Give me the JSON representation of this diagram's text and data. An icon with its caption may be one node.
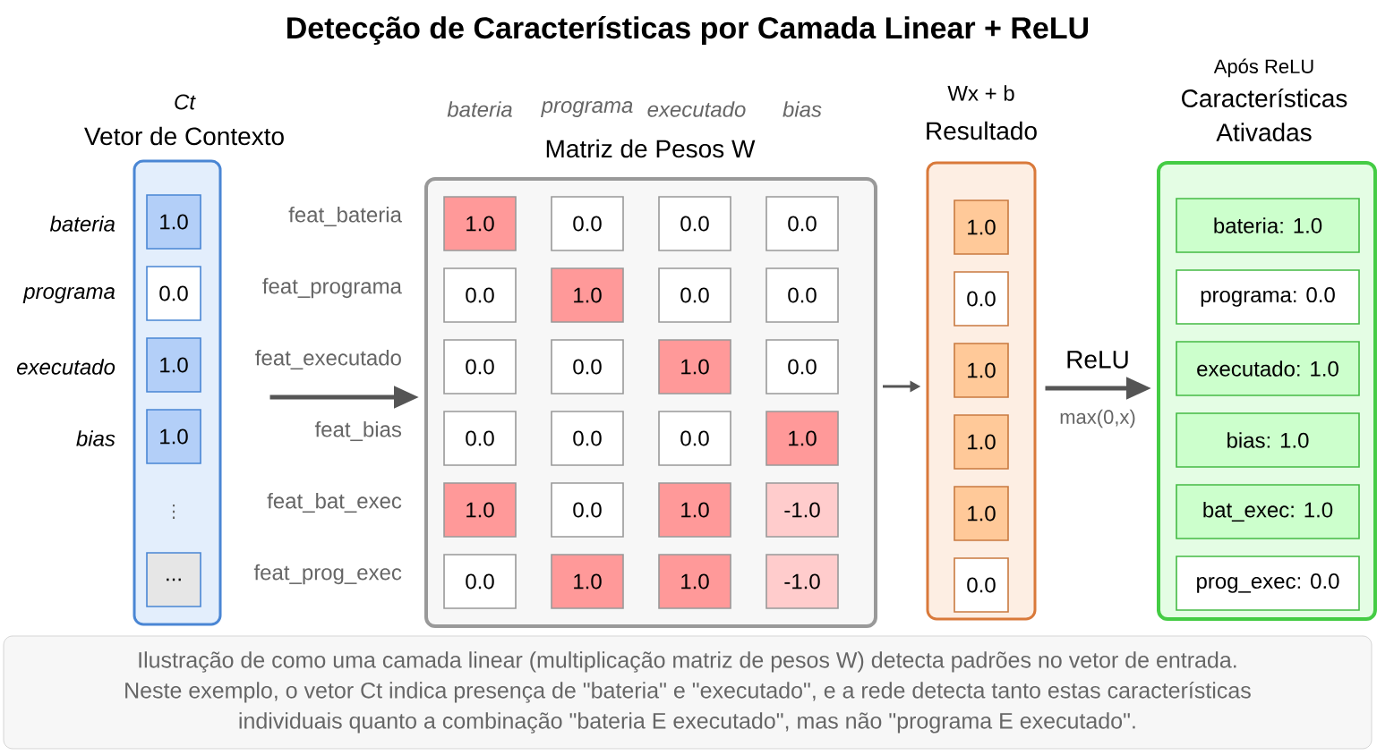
{
  "diagram": {
    "title": "Detecção de Características por Camada Linear + ReLU",
    "caption": "Ilustração de como uma camada linear (multiplicação matriz de pesos W) detecta padrões no vetor de entrada. Neste exemplo, o vetor Ct indica presença de \"bateria\" e \"executado\", e a rede detecta tanto estas características individuais quanto a combinação \"bateria E executado\", mas não \"programa E executado\".",
    "nodes": [
      {
        "text": [
          "Ct",
          "Vetor de Contexto"
        ]
      },
      {
        "text": [
          "1.0"
        ],
        "in": 0,
        "beside": [
          "bateria"
        ]
      },
      {
        "text": [
          "0.0"
        ],
        "in": 0,
        "beside": [
          "programa"
        ]
      },
      {
        "text": [
          "1.0"
        ],
        "in": 0,
        "beside": [
          "executado"
        ]
      },
      {
        "text": [
          "1.0"
        ],
        "in": 0,
        "beside": [
          "bias"
        ]
      },
      {
        "text": [
          "..."
        ],
        "in": 0
      },
      {
        "text": [
          "Matriz de Pesos W"
        ]
      },
      {
        "text": [
          "1.0"
        ],
        "in": 6
      },
      {
        "text": [
          "0.0"
        ],
        "in": 6
      },
      {
        "text": [
          "0.0"
        ],
        "in": 6
      },
      {
        "text": [
          "0.0"
        ],
        "in": 6
      },
      {
        "text": [
          "0.0"
        ],
        "in": 6
      },
      {
        "text": [
          "1.0"
        ],
        "in": 6
      },
      {
        "text": [
          "0.0"
        ],
        "in": 6
      },
      {
        "text": [
          "0.0"
        ],
        "in": 6
      },
      {
        "text": [
          "0.0"
        ],
        "in": 6
      },
      {
        "text": [
          "0.0"
        ],
        "in": 6
      },
      {
        "text": [
          "1.0"
        ],
        "in": 6
      },
      {
        "text": [
          "0.0"
        ],
        "in": 6
      },
      {
        "text": [
          "0.0"
        ],
        "in": 6
      },
      {
        "text": [
          "0.0"
        ],
        "in": 6
      },
      {
        "text": [
          "0.0"
        ],
        "in": 6
      },
      {
        "text": [
          "1.0"
        ],
        "in": 6
      },
      {
        "text": [
          "1.0"
        ],
        "in": 6
      },
      {
        "text": [
          "0.0"
        ],
        "in": 6
      },
      {
        "text": [
          "1.0"
        ],
        "in": 6
      },
      {
        "text": [
          "-1.0"
        ],
        "in": 6
      },
      {
        "text": [
          "0.0"
        ],
        "in": 6
      },
      {
        "text": [
          "1.0"
        ],
        "in": 6
      },
      {
        "text": [
          "1.0"
        ],
        "in": 6
      },
      {
        "text": [
          "-1.0"
        ],
        "in": 6
      },
      {
        "text": [
          "Wx + b",
          "Resultado"
        ]
      },
      {
        "text": [
          "1.0"
        ],
        "in": 31
      },
      {
        "text": [
          "0.0"
        ],
        "in": 31
      },
      {
        "text": [
          "1.0"
        ],
        "in": 31
      },
      {
        "text": [
          "1.0"
        ],
        "in": 31
      },
      {
        "text": [
          "1.0"
        ],
        "in": 31
      },
      {
        "text": [
          "0.0"
        ],
        "in": 31
      },
      {
        "text": [
          "Após ReLU",
          "Características Ativadas"
        ]
      },
      {
        "text": [
          "bateria: 1.0"
        ],
        "in": 38
      },
      {
        "text": [
          "programa: 0.0"
        ],
        "in": 38
      },
      {
        "text": [
          "executado: 1.0"
        ],
        "in": 38
      },
      {
        "text": [
          "bias: 1.0"
        ],
        "in": 38
      },
      {
        "text": [
          "bat_exec: 1.0"
        ],
        "in": 38
      },
      {
        "text": [
          "prog_exec: 0.0"
        ],
        "in": 38
      }
    ],
    "edges": [
      {
        "from": 0,
        "to": 6,
        "arrow": "to"
      },
      {
        "from": 6,
        "to": 31,
        "arrow": "to"
      },
      {
        "from": 31,
        "to": 38,
        "arrow": "to",
        "label": "ReLU"
      }
    ],
    "labels": [
      "bateria",
      "programa",
      "executado",
      "bias",
      "feat_bateria",
      "feat_programa",
      "feat_executado",
      "feat_bias",
      "feat_bat_exec",
      "feat_prog_exec",
      "⋮",
      "max(0,x)"
    ]
  }
}
